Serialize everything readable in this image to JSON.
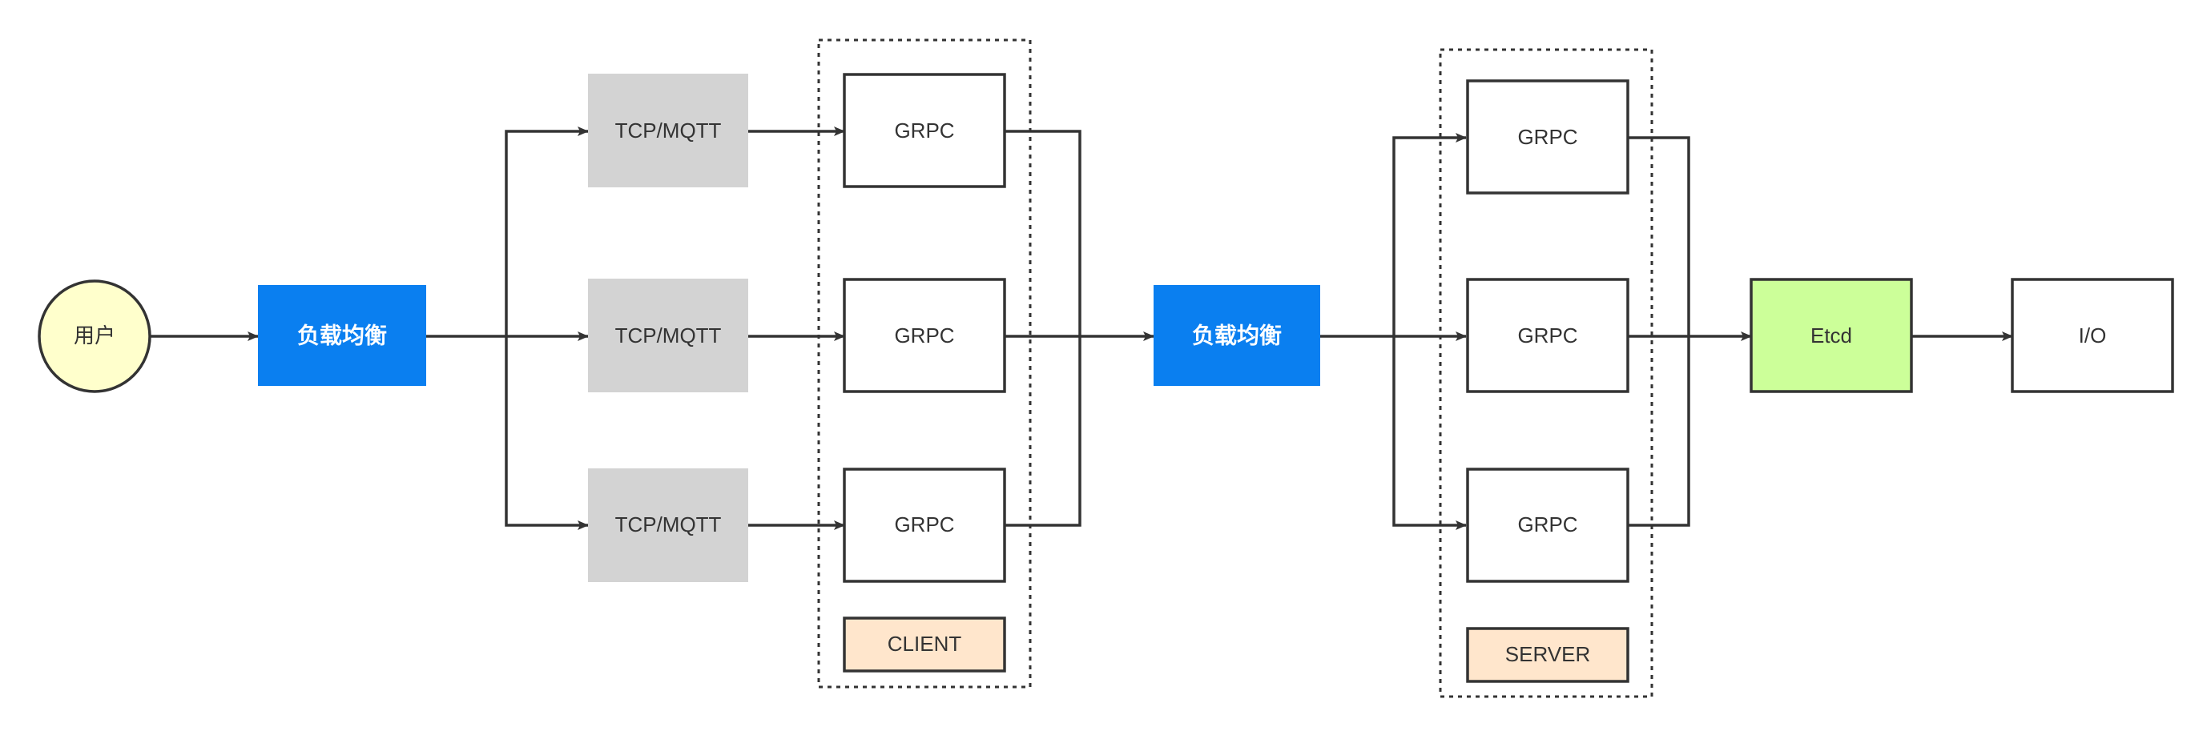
{
  "nodes": {
    "user": {
      "label": "用户",
      "fill": "#FFFFCC"
    },
    "lb1": {
      "label": "负载均衡",
      "fill": "#0A7FF0"
    },
    "tcp1": {
      "label": "TCP/MQTT",
      "fill": "#D3D3D3"
    },
    "tcp2": {
      "label": "TCP/MQTT",
      "fill": "#D3D3D3"
    },
    "tcp3": {
      "label": "TCP/MQTT",
      "fill": "#D3D3D3"
    },
    "cgrpc1": {
      "label": "GRPC"
    },
    "cgrpc2": {
      "label": "GRPC"
    },
    "cgrpc3": {
      "label": "GRPC"
    },
    "client": {
      "label": "CLIENT",
      "fill": "#FFE6CC"
    },
    "lb2": {
      "label": "负载均衡",
      "fill": "#0A7FF0"
    },
    "sgrpc1": {
      "label": "GRPC"
    },
    "sgrpc2": {
      "label": "GRPC"
    },
    "sgrpc3": {
      "label": "GRPC"
    },
    "server": {
      "label": "SERVER",
      "fill": "#FFE6CC"
    },
    "etcd": {
      "label": "Etcd",
      "fill": "#CCFF99"
    },
    "io": {
      "label": "I/O"
    }
  },
  "colors": {
    "stroke": "#333333"
  }
}
